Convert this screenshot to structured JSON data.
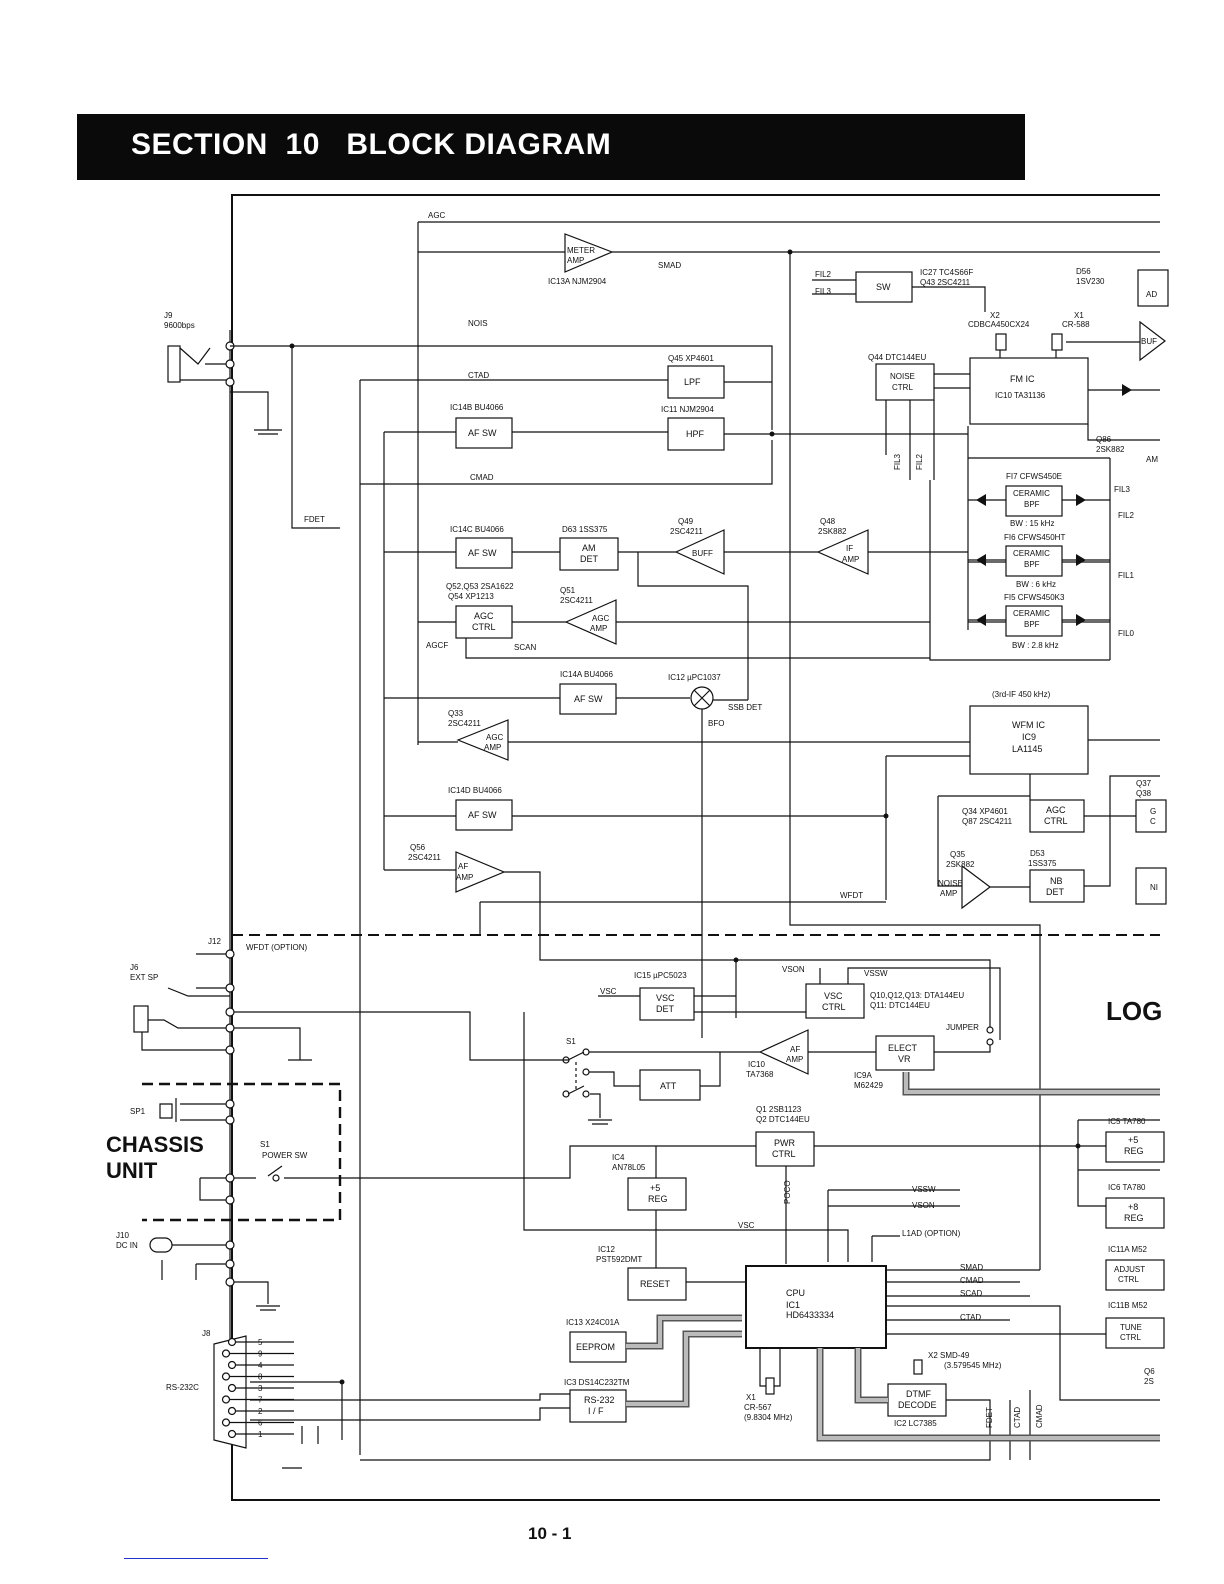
{
  "header": {
    "title": "SECTION  10   BLOCK DIAGRAM"
  },
  "footer": {
    "page_number": "10 - 1"
  },
  "units": {
    "chassis_line1": "CHASSIS",
    "chassis_line2": "UNIT",
    "logic_partial": "LOG"
  },
  "connectors": {
    "j9": "J9",
    "j9_rate": "9600bps",
    "j12": "J12",
    "wfdt_option": "WFDT (OPTION)",
    "j6": "J6",
    "j6_sub": "EXT SP",
    "sp1": "SP1",
    "s1_power_ref": "S1",
    "s1_power": "POWER SW",
    "j10": "J10",
    "j10_sub": "DC IN",
    "j8": "J8",
    "rs232c": "RS-232C",
    "j8_pins": [
      "5",
      "9",
      "4",
      "8",
      "3",
      "7",
      "2",
      "6",
      "1"
    ]
  },
  "signals": {
    "agc": "AGC",
    "smad": "SMAD",
    "nois": "NOIS",
    "ctad": "CTAD",
    "cmad": "CMAD",
    "fdet": "FDET",
    "agcf": "AGCF",
    "scan": "SCAN",
    "ssb_det": "SSB DET",
    "bfo": "BFO",
    "wfdt": "WFDT",
    "vsc": "VSC",
    "vson": "VSON",
    "vssw": "VSSW",
    "jumper": "JUMPER",
    "poco": "POCO",
    "l1ad": "L1AD (OPTION)",
    "scad": "SCAD",
    "fil0": "FIL0",
    "fil1": "FIL1",
    "fil2": "FIL2",
    "fil3": "FIL3",
    "s1_sw": "S1",
    "third_if": "(3rd-IF 450 kHz)"
  },
  "blocks": {
    "meter_amp_l1": "METER",
    "meter_amp_l2": "AMP",
    "meter_amp_ref": "IC13A  NJM2904",
    "sw": "SW",
    "sw_ref1": "IC27 TC4S66F",
    "sw_ref2": "Q43 2SC4211",
    "x2_ref1": "X2",
    "x2_ref2": "CDBCA450CX24",
    "x1_ref1": "X1",
    "x1_ref2": "CR-588",
    "d56_ref1": "D56",
    "d56_ref2": "1SV230",
    "noise_ctrl_ref": "Q44  DTC144EU",
    "noise_ctrl_l1": "NOISE",
    "noise_ctrl_l2": "CTRL",
    "fm_ic_l1": "FM  IC",
    "fm_ic_l2": "IC10   TA31136",
    "lpf": "LPF",
    "lpf_ref": "Q45  XP4601",
    "hpf": "HPF",
    "hpf_ref": "IC11  NJM2904",
    "af_sw_b": "AF SW",
    "af_sw_b_ref": "IC14B   BU4066",
    "q86_ref1": "Q86",
    "q86_ref2": "2SK882",
    "fi7_ref": "FI7  CFWS450E",
    "fi6_ref": "FI6  CFWS450HT",
    "fi5_ref": "FI5  CFWS450K3",
    "ceramic": "CERAMIC",
    "bpf": "BPF",
    "bw15": "BW : 15 kHz",
    "bw6": "BW : 6 kHz",
    "bw28": "BW : 2.8 kHz",
    "af_sw_c": "AF SW",
    "af_sw_c_ref": "IC14C  BU4066",
    "am_det_l1": "AM",
    "am_det_l2": "DET",
    "am_det_ref": "D63   1SS375",
    "buff": "BUFF",
    "buff_ref1": "Q49",
    "buff_ref2": "2SC4211",
    "if_amp_l1": "IF",
    "if_amp_l2": "AMP",
    "if_amp_ref1": "Q48",
    "if_amp_ref2": "2SK882",
    "agc_ctrl_l1": "AGC",
    "agc_ctrl_l2": "CTRL",
    "agc_ctrl_ref1": "Q52,Q53 2SA1622",
    "agc_ctrl_ref2": "Q54 XP1213",
    "agc_amp_l1": "AGC",
    "agc_amp_l2": "AMP",
    "agc_amp_ref1": "Q51",
    "agc_amp_ref2": "2SC4211",
    "af_sw_a": "AF SW",
    "af_sw_a_ref": "IC14A  BU4066",
    "mixer_ref": "IC12   µPC1037",
    "agc_amp33_ref1": "Q33",
    "agc_amp33_ref2": "2SC4211",
    "wfm_ic_l1": "WFM IC",
    "wfm_ic_l2": "IC9",
    "wfm_ic_l3": "LA1145",
    "af_sw_d": "AF SW",
    "af_sw_d_ref": "IC14D   BU4066",
    "q37_ref": "Q37",
    "q38_ref": "Q38",
    "agc_ctrl2_ref1": "Q34 XP4601",
    "agc_ctrl2_ref2": "Q87 2SC4211",
    "af_amp56_ref1": "Q56",
    "af_amp56_ref2": "2SC4211",
    "af_amp_l1": "AF",
    "af_amp_l2": "AMP",
    "noise_amp_ref1": "Q35",
    "noise_amp_ref2": "2SK882",
    "noise_amp_l1": "NOISE",
    "noise_amp_l2": "AMP",
    "nb_det_ref1": "D53",
    "nb_det_ref2": "1SS375",
    "nb_det_l1": "NB",
    "nb_det_l2": "DET",
    "vsc_det_ref": "IC15   µPC5023",
    "vsc_det_l1": "VSC",
    "vsc_det_l2": "DET",
    "vsc_ctrl_l1": "VSC",
    "vsc_ctrl_l2": "CTRL",
    "vsc_ctrl_ref1": "Q10,Q12,Q13: DTA144EU",
    "vsc_ctrl_ref2": "Q11: DTC144EU",
    "af_amp10_ref1": "IC10",
    "af_amp10_ref2": "TA7368",
    "elect_vr_l1": "ELECT",
    "elect_vr_l2": "VR",
    "elect_vr_ref1": "IC9A",
    "elect_vr_ref2": "M62429",
    "att": "ATT",
    "pwr_ctrl_ref1": "Q1 2SB1123",
    "pwr_ctrl_ref2": "Q2 DTC144EU",
    "pwr_ctrl_l1": "PWR",
    "pwr_ctrl_l2": "CTRL",
    "reg5_ref1": "IC4",
    "reg5_ref2": "AN78L05",
    "reg_plus5": "+5",
    "reg": "REG",
    "ic5_ref": "IC5   TA780",
    "ic6_ref": "IC6   TA780",
    "reg_plus8": "+8",
    "reset": "RESET",
    "reset_ref1": "IC12",
    "reset_ref2": "PST592DMT",
    "cpu_l1": "CPU",
    "cpu_l2": "IC1",
    "cpu_l3": "HD6433334",
    "eeprom": "EEPROM",
    "eeprom_ref": "IC13   X24C01A",
    "rs232_l1": "RS-232",
    "rs232_l2": "I / F",
    "rs232_ref": "IC3   DS14C232TM",
    "x1cpu_ref1": "X1",
    "x1cpu_ref2": "CR-567",
    "x1cpu_ref3": "(9.8304 MHz)",
    "x2dtmf_ref1": "X2   SMD-49",
    "x2dtmf_ref2": "(3.579545 MHz)",
    "dtmf_l1": "DTMF",
    "dtmf_l2": "DECODE",
    "dtmf_ref": "IC2 LC7385",
    "adjust_ref": "IC11A   M52",
    "adjust_l1": "ADJUST",
    "adjust_l2": "CTRL",
    "tune_ref": "IC11B   M52",
    "tune_l1": "TUNE",
    "tune_l2": "CTRL",
    "q6_ref1": "Q6",
    "q6_ref2": "2S",
    "edge_ad": "AD",
    "edge_buf": "BUF",
    "edge_am": "AM",
    "edge_g": "G",
    "edge_c": "C",
    "edge_ni": "NI"
  }
}
